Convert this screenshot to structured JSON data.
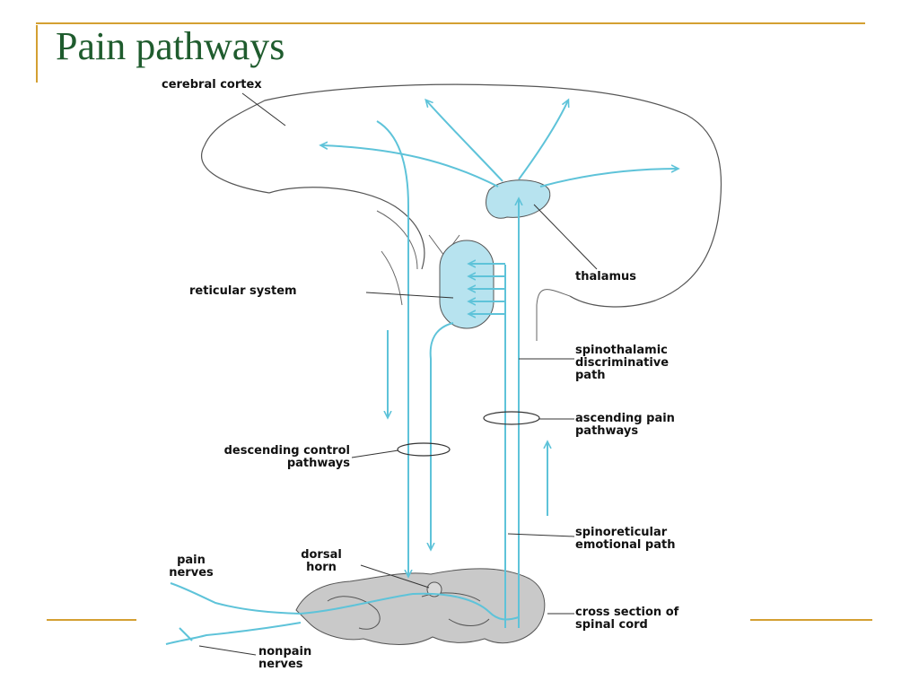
{
  "slide": {
    "title": "Pain pathways",
    "accent_color": "#d4a032",
    "title_color": "#1f5c2e"
  },
  "diagram": {
    "pathway_color": "#5ec3d9",
    "labels": {
      "cerebral_cortex": "cerebral cortex",
      "thalamus": "thalamus",
      "reticular_system": "reticular system",
      "spinothalamic": "spinothalamic\ndiscriminative\npath",
      "ascending": "ascending pain\npathways",
      "descending": "descending control\npathways",
      "spinoreticular": "spinoreticular\nemotional path",
      "dorsal_horn": "dorsal\nhorn",
      "pain_nerves": "pain\nnerves",
      "cross_section": "cross section of\nspinal cord",
      "nonpain_nerves": "nonpain\nnerves"
    }
  }
}
